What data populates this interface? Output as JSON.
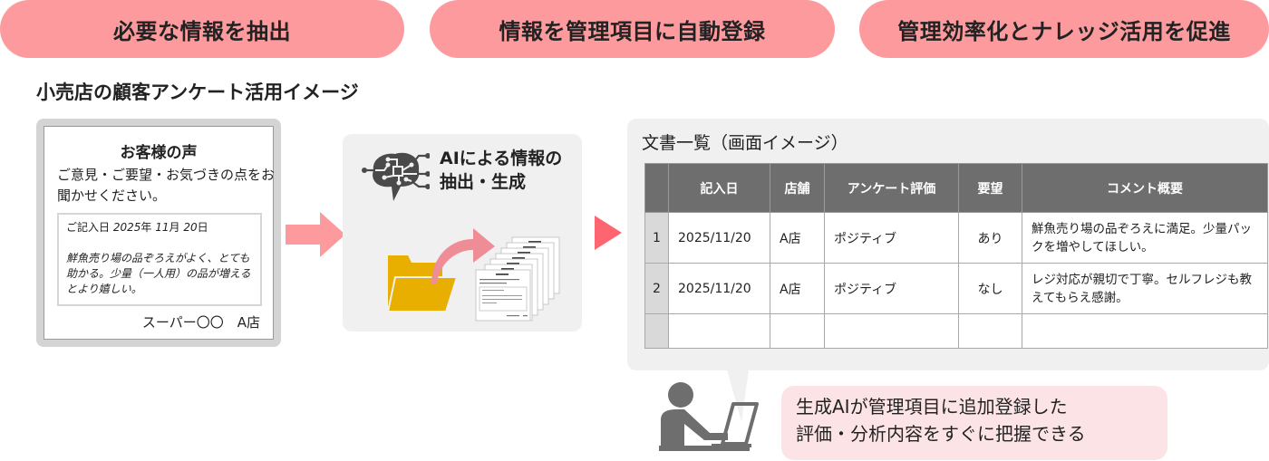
{
  "header": {
    "steps": [
      {
        "label": "必要な情報を抽出"
      },
      {
        "label": "情報を管理項目に自動登録"
      },
      {
        "label": "管理効率化とナレッジ活用を促進"
      }
    ],
    "pill_color": "#fd9a9e"
  },
  "section_title": "小売店の顧客アンケート活用イメージ",
  "survey": {
    "title": "お客様の声",
    "lead": "ご意見・ご要望・お気づきの点をお聞かせください。",
    "date_label": "ご記入日",
    "date_year": "2025",
    "date_year_unit": "年",
    "date_month": "11",
    "date_month_unit": "月",
    "date_day": "20",
    "date_day_unit": "日",
    "comment": "鮮魚売り場の品ぞろえがよく、とても助かる。少量（一人用）の品が増えるとより嬉しい。",
    "store": "スーパー〇〇　A店"
  },
  "ai_panel": {
    "title_line1": "AIによる情報の",
    "title_line2": "抽出・生成",
    "icon": "brain-circuit-icon",
    "folder_color": "#e8ae00",
    "arrow_color": "#ef8d96"
  },
  "doclist": {
    "title": "文書一覧（画面イメージ）",
    "columns": [
      "",
      "記入日",
      "店舗",
      "アンケート評価",
      "要望",
      "コメント概要"
    ],
    "rows": [
      {
        "no": "1",
        "date": "2025/11/20",
        "store": "A店",
        "rating": "ポジティブ",
        "request": "あり",
        "comment": "鮮魚売り場の品ぞろえに満足。少量パックを増やしてほしい。"
      },
      {
        "no": "2",
        "date": "2025/11/20",
        "store": "A店",
        "rating": "ポジティブ",
        "request": "なし",
        "comment": "レジ対応が親切で丁寧。セルフレジも教えてもらえ感謝。"
      }
    ]
  },
  "callout": {
    "line1": "生成AIが管理項目に追加登録した",
    "line2": "評価・分析内容をすぐに把握できる"
  },
  "colors": {
    "arrow_pink": "#fd9a9e",
    "arrow_red": "#fd6670",
    "header_gray": "#6e6e6e",
    "panel_gray": "#f0f0f0",
    "callout_bg": "#fce4e6",
    "person_gray": "#6e6e6e"
  }
}
